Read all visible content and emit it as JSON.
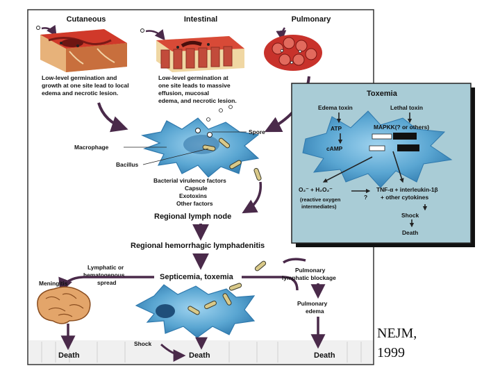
{
  "colors": {
    "page_bg": "#ffffff",
    "figure_bg": "#ffffff",
    "frame": "#333333",
    "strip": "#e6e6e6",
    "toxemia_bg": "#9ec3ce",
    "cell_blue": "#5aa6d2",
    "cell_dark": "#2f79ad",
    "tissue_red": "#c0392b",
    "tissue_tan": "#e6b573",
    "brain": "#e3a56a",
    "arrow": "#4a2a4a",
    "bacillus": "#c7b36a"
  },
  "icons": [
    "macrophage-cell-icon",
    "bacillus-icon",
    "spore-icon",
    "brain-icon",
    "skin-tissue-icon",
    "intestine-tissue-icon",
    "lung-tissue-icon",
    "arrow-icon"
  ],
  "routes": {
    "cutaneous": {
      "title": "Cutaneous",
      "desc": [
        "Low-level germination and",
        "growth at one site lead to local",
        "edema and necrotic lesion."
      ]
    },
    "intestinal": {
      "title": "Intestinal",
      "desc": [
        "Low-level germination at",
        "one site leads to massive",
        "effusion, mucosal",
        "edema, and necrotic lesion."
      ]
    },
    "pulmonary": {
      "title": "Pulmonary"
    }
  },
  "macrophage_labels": {
    "spore": "Spore",
    "macrophage": "Macrophage",
    "bacillus": "Bacillus",
    "virulence": "Bacterial virulence factors",
    "factors": [
      "Capsule",
      "Exotoxins",
      "Other factors"
    ]
  },
  "toxemia": {
    "title": "Toxemia",
    "edema_toxin": "Edema toxin",
    "lethal_toxin": "Lethal toxin",
    "atp": "ATP",
    "mapkk": "MAPKK(? or others)",
    "camp": "cAMP",
    "ros": "O₂⁻ + H₂O₂⁻",
    "ros_note": [
      "(reactive oxygen",
      "intermediates)"
    ],
    "question": "?",
    "tnf": "TNF-α + interleukin-1β",
    "cytokines": "+ other cytokines",
    "shock": "Shock",
    "death": "Death"
  },
  "flow": {
    "regional_lymph_node": "Regional lymph node",
    "lymphadenitis": "Regional hemorrhagic lymphadenitis",
    "spread": [
      "Lymphatic or",
      "hematogenous",
      "spread"
    ],
    "septicemia": "Septicemia, toxemia",
    "pulmonary_blockage": [
      "Pulmonary",
      "lymphatic blockage"
    ],
    "meningitis": "Meningitis",
    "pulmonary_edema": [
      "Pulmonary",
      "edema"
    ],
    "shock": "Shock",
    "death_left": "Death",
    "death_center": "Death",
    "death_right": "Death"
  },
  "citation": [
    "NEJM,",
    "1999"
  ]
}
